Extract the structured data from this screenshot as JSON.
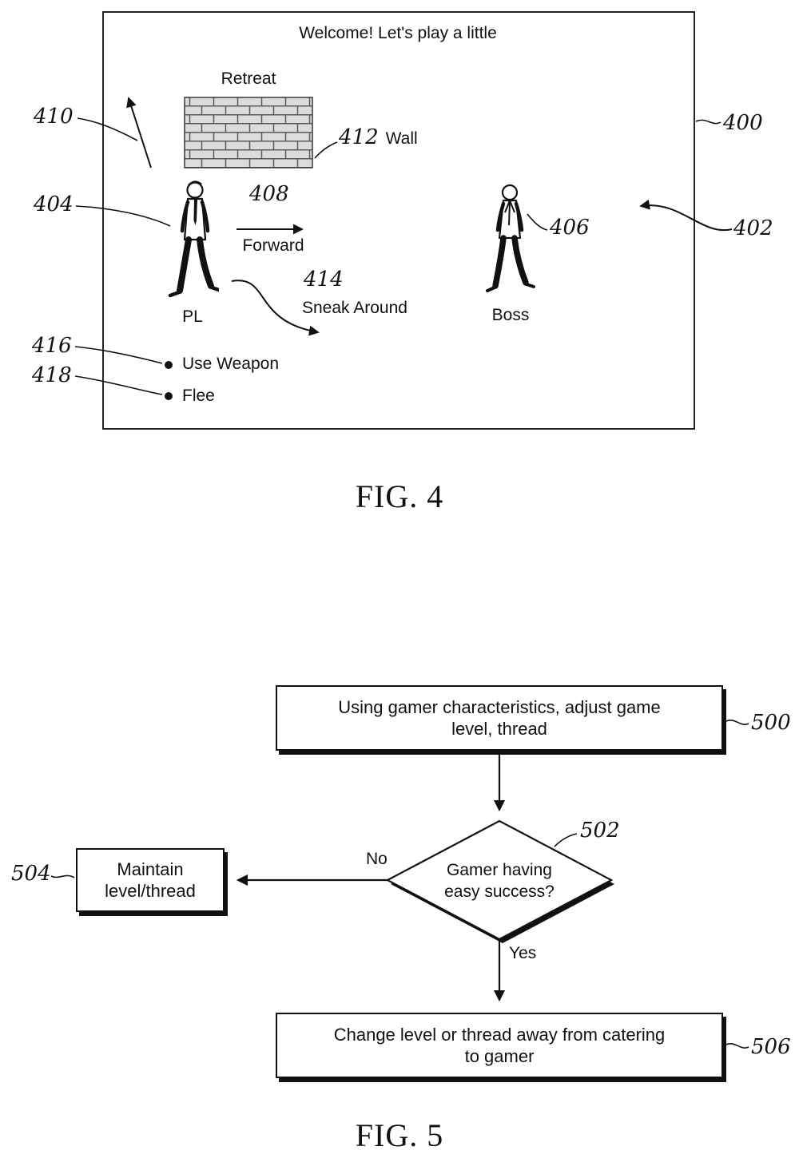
{
  "accent_color": "#111111",
  "fig4": {
    "caption": "FIG. 4",
    "screen": {
      "welcome": "Welcome! Let's play a little",
      "retreat": "Retreat",
      "wall": "Wall",
      "forward": "Forward",
      "sneak_around": "Sneak Around",
      "use_weapon": "Use Weapon",
      "flee": "Flee",
      "player": "PL",
      "boss": "Boss"
    },
    "refs": {
      "r400": "400",
      "r402": "402",
      "r404": "404",
      "r406": "406",
      "r408": "408",
      "r410": "410",
      "r412": "412",
      "r414": "414",
      "r416": "416",
      "r418": "418"
    }
  },
  "fig5": {
    "caption": "FIG. 5",
    "box500": "Using gamer characteristics, adjust game\nlevel, thread",
    "diamond502": "Gamer having\neasy success?",
    "box504": "Maintain\nlevel/thread",
    "box506": "Change level or thread away from catering\nto gamer",
    "no": "No",
    "yes": "Yes",
    "refs": {
      "r500": "500",
      "r502": "502",
      "r504": "504",
      "r506": "506"
    }
  }
}
